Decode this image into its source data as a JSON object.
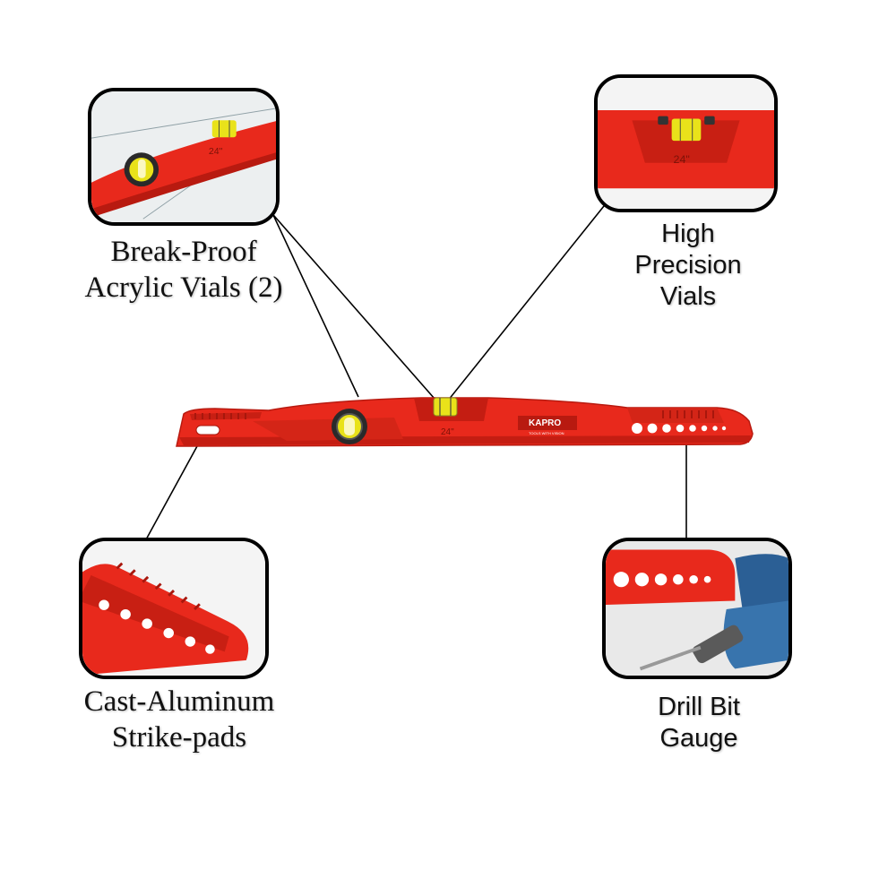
{
  "colors": {
    "level_red": "#e8291c",
    "level_dark": "#b81a10",
    "vial_yellow": "#e9e21a",
    "frame": "#000000",
    "background": "#ffffff"
  },
  "level": {
    "size_marking": "24\"",
    "brand": "KAPRO",
    "brand_tagline": "TOOLS WITH VISION"
  },
  "callouts": {
    "break_proof": {
      "line1": "Break-Proof",
      "line2": "Acrylic Vials (2)"
    },
    "precision": {
      "line1": "High",
      "line2": "Precision",
      "line3": "Vials"
    },
    "strike_pads": {
      "line1": "Cast-Aluminum",
      "line2": "Strike-pads"
    },
    "drill_gauge": {
      "line1": "Drill Bit",
      "line2": "Gauge"
    }
  },
  "detail_markings": {
    "precision_size": "24\"",
    "break_proof_size": "24\""
  }
}
